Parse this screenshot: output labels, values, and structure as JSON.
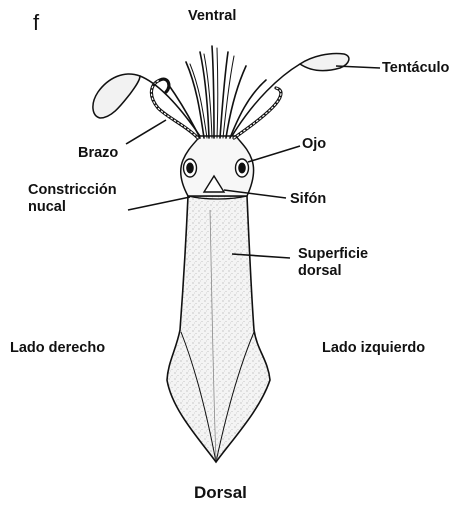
{
  "panel_letter": "f",
  "labels": {
    "ventral": "Ventral",
    "tentaculo": "Tentáculo",
    "brazo": "Brazo",
    "ojo": "Ojo",
    "constriccion_line1": "Constricción",
    "constriccion_line2": "nucal",
    "sifon": "Sifón",
    "superficie_line1": "Superficie",
    "superficie_line2": "dorsal",
    "lado_derecho": "Lado derecho",
    "lado_izquierdo": "Lado izquierdo",
    "dorsal": "Dorsal"
  },
  "colors": {
    "ink": "#111111",
    "body_fill": "#f2f2f2",
    "background": "#ffffff"
  }
}
